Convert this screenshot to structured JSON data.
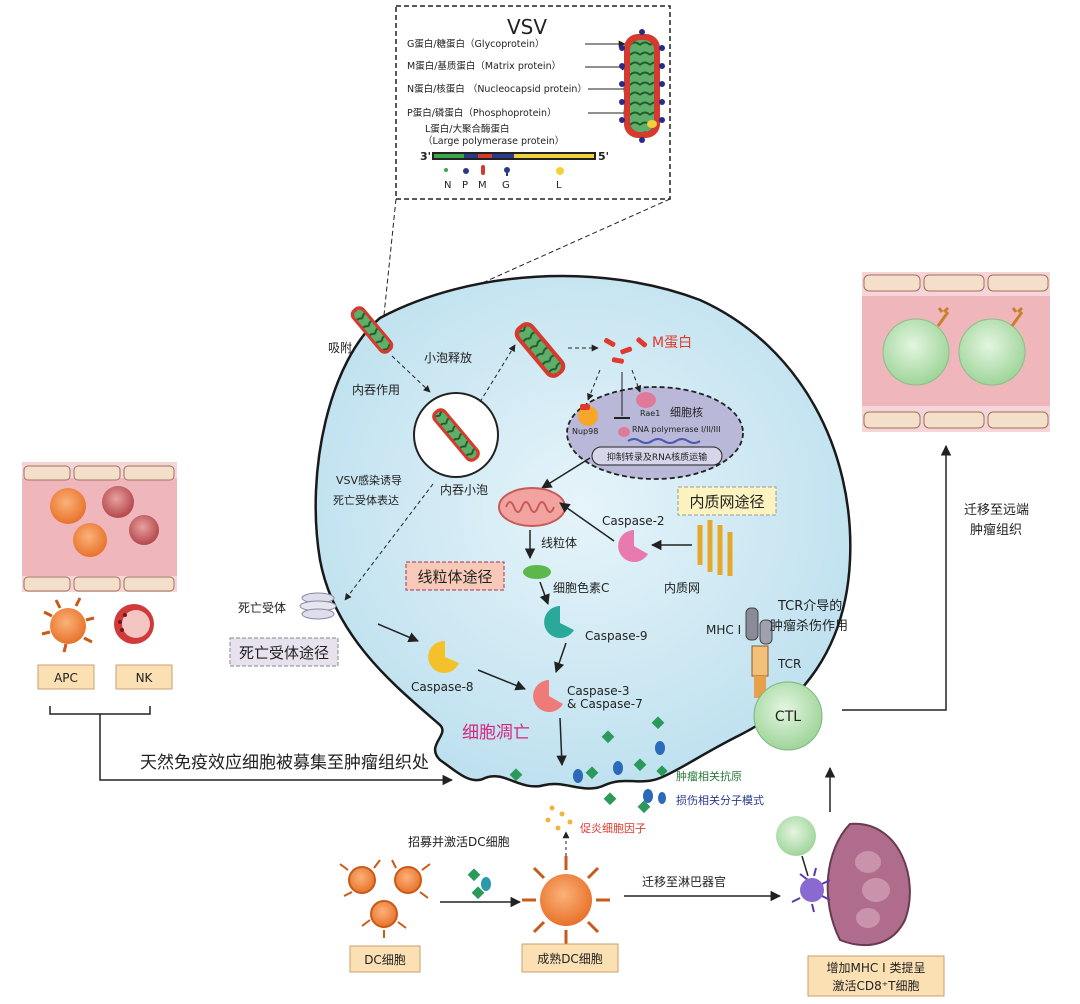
{
  "vsv_inset": {
    "title": "VSV",
    "proteins": [
      "G蛋白/糖蛋白（Glycoprotein）",
      "M蛋白/基质蛋白（Matrix protein）",
      "N蛋白/核蛋白 （Nucleocapsid protein）",
      "P蛋白/磷蛋白（Phosphoprotein）"
    ],
    "l_protein": "L蛋白/大聚合酶蛋白",
    "l_protein_en": "（Large polymerase protein）",
    "genome_3": "3'",
    "genome_5": "5'",
    "genome_labels": [
      "N",
      "P",
      "M",
      "G",
      "L"
    ]
  },
  "cell": {
    "adsorption": "吸附",
    "endocytosis": "内吞作用",
    "vesicle_release": "小泡释放",
    "endocytic_vesicle": "内吞小泡",
    "m_protein": "M蛋白",
    "rae1": "Rae1",
    "nucleus": "细胞核",
    "nup98": "Nup98",
    "rna_pol": "RNA  polymerase I/II/III",
    "inhibit": "抑制转录及RNA核质运输",
    "vsv_induced_1": "VSV感染诱导",
    "vsv_induced_2": "死亡受体表达",
    "er_pathway": "内质网途径",
    "caspase2": "Caspase-2",
    "er": "内质网",
    "mito": "线粒体",
    "mito_pathway": "线粒体途径",
    "cyto_c": "细胞色素C",
    "caspase9": "Caspase-9",
    "death_receptor": "死亡受体",
    "dr_pathway": "死亡受体途径",
    "caspase8": "Caspase-8",
    "caspase37_1": "Caspase-3",
    "caspase37_2": "& Caspase-7",
    "apoptosis": "细胞凋亡"
  },
  "left": {
    "apc": "APC",
    "nk": "NK",
    "recruit": "天然免疫效应细胞被募集至肿瘤组织处"
  },
  "bottom": {
    "tumor_antigen": "肿瘤相关抗原",
    "damp": "损伤相关分子模式",
    "cytokines": "促炎细胞因子",
    "recruit_dc": "招募并激活DC细胞",
    "dc": "DC细胞",
    "mature_dc": "成熟DC细胞",
    "migrate_lymph": "迁移至淋巴器官",
    "mhc_up_1": "增加MHC I 类提呈",
    "mhc_up_2": "激活CD8⁺T细胞"
  },
  "right": {
    "tcr_kill_1": "TCR介导的",
    "tcr_kill_2": "肿瘤杀伤作用",
    "mhc": "MHC I",
    "tcr": "TCR",
    "ctl": "CTL",
    "migrate_distal_1": "迁移至远端",
    "migrate_distal_2": "肿瘤组织"
  },
  "colors": {
    "cell_fill": "#cfe9f4",
    "cell_stroke": "#1a1a1a",
    "m_protein": "#e03a2f",
    "pathway_box": "#f7c9b8",
    "er_box": "#fdf3c0",
    "dr_box": "#e8e2ee",
    "apoptosis": "#d4277d",
    "label_box": "#fbe0b4"
  }
}
